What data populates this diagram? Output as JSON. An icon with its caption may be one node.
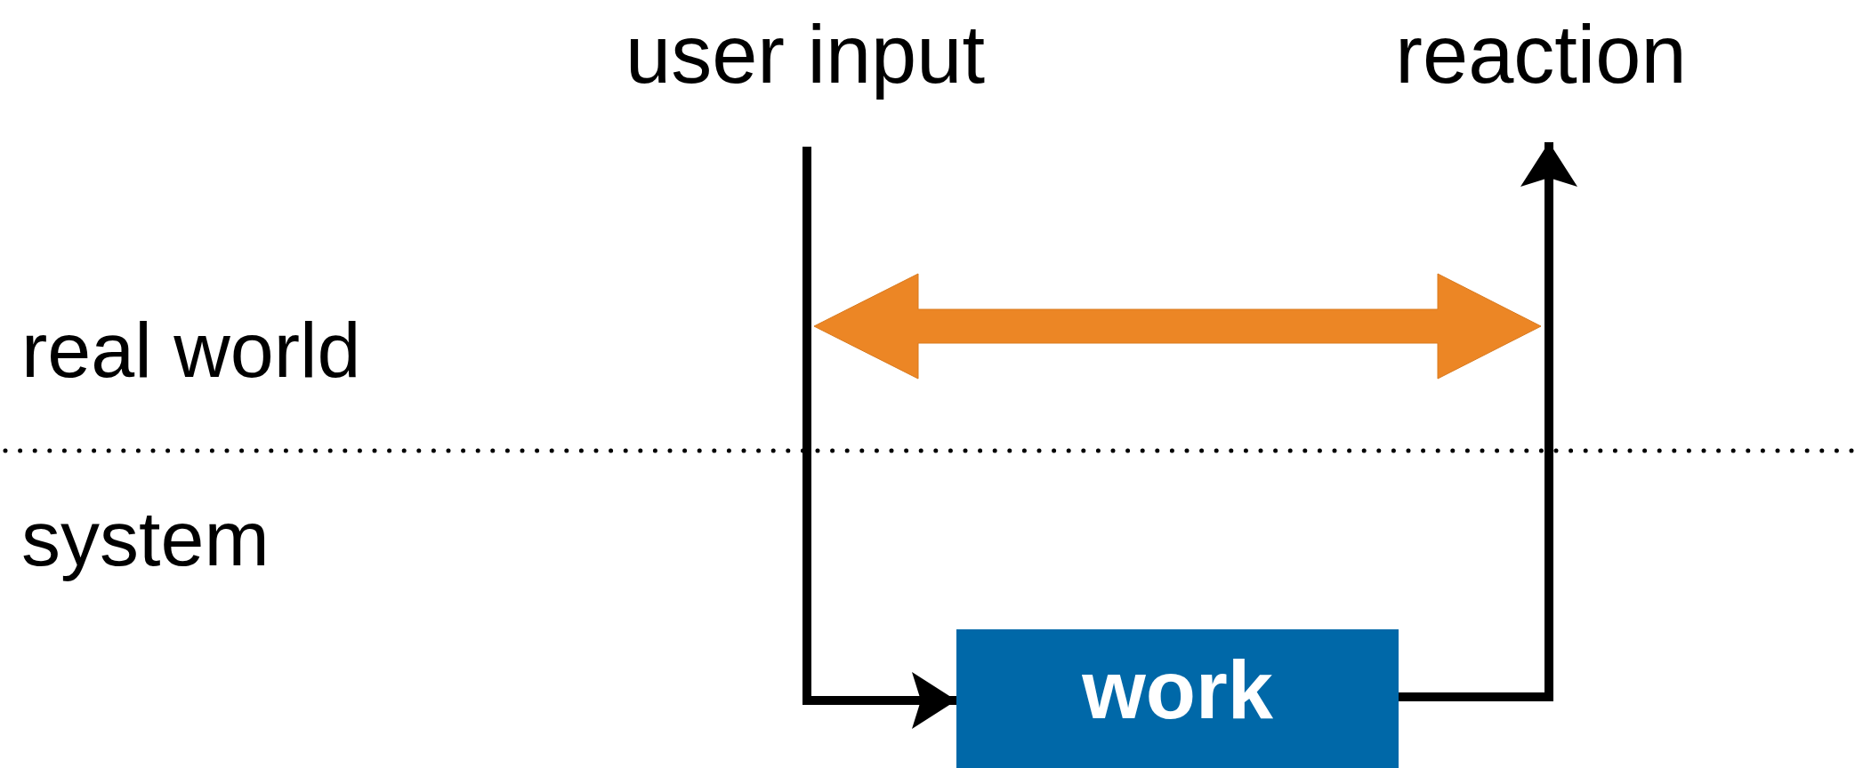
{
  "diagram": {
    "nodes": [
      {
        "text": [
          "user input"
        ]
      },
      {
        "text": [
          "reaction"
        ]
      },
      {
        "text": [
          "work"
        ]
      }
    ],
    "edges": [
      {
        "from": 0,
        "to": 2,
        "arrow": "to"
      },
      {
        "from": 2,
        "to": 1,
        "arrow": "to"
      }
    ],
    "labels": [
      "real world",
      "system"
    ]
  }
}
